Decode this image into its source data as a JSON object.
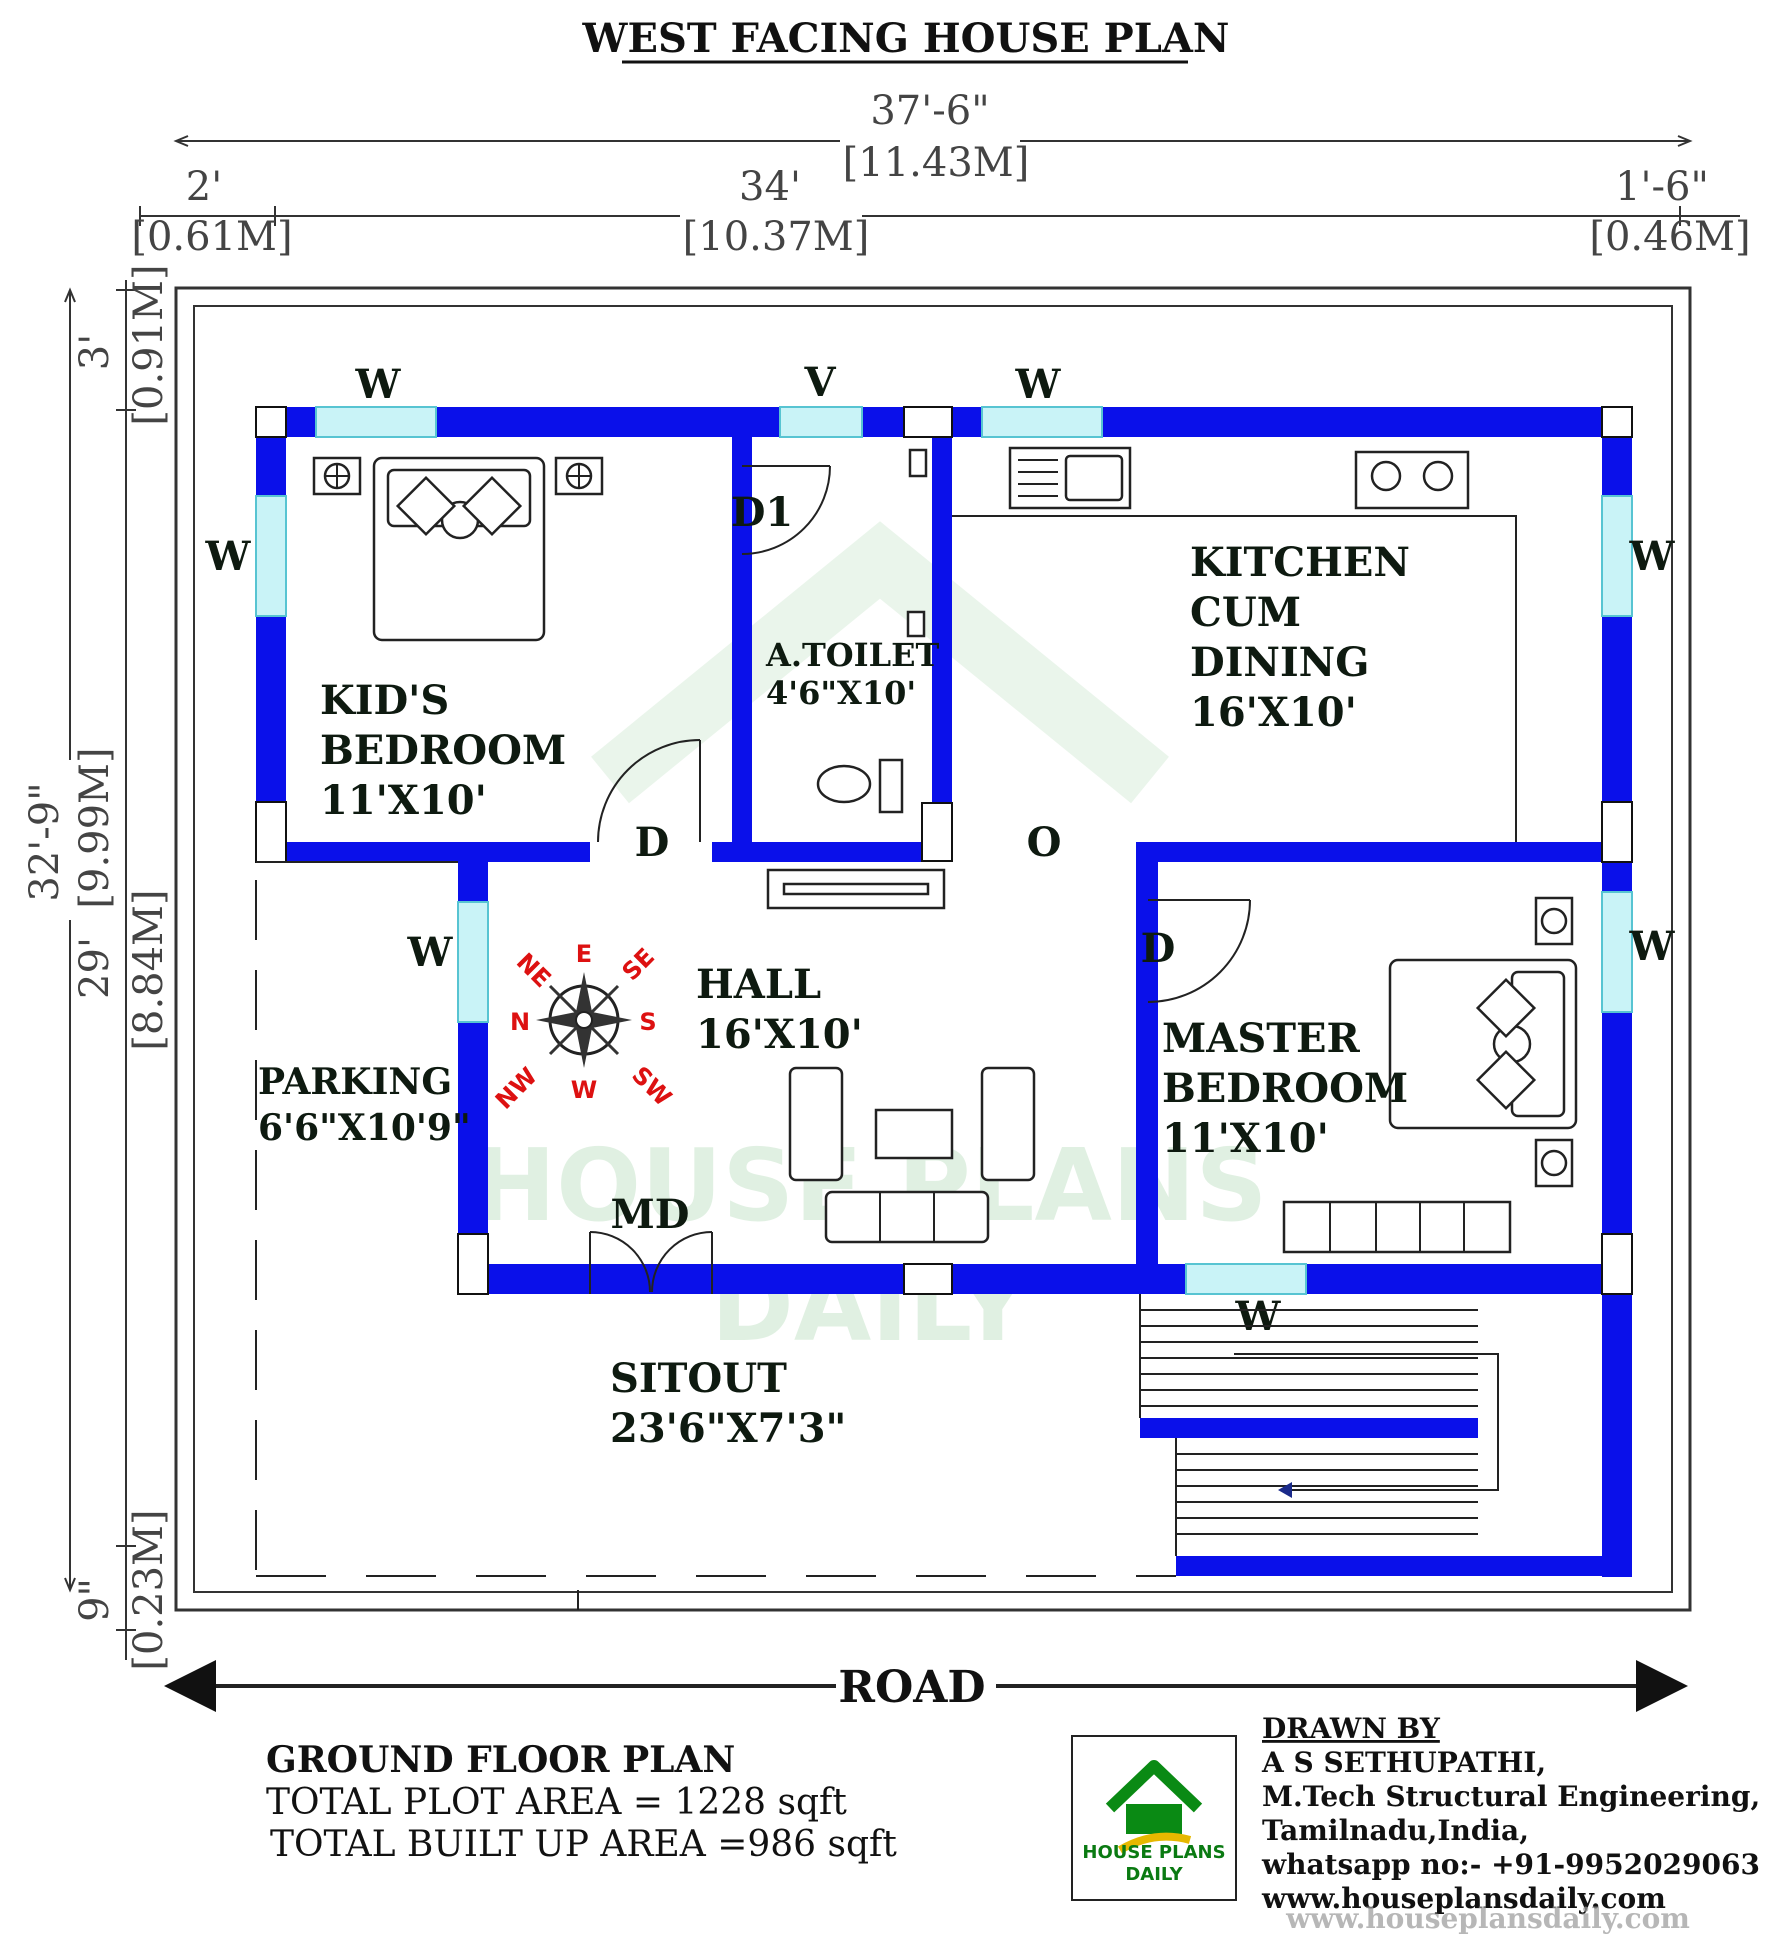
{
  "title": "WEST FACING HOUSE PLAN",
  "dimensions": {
    "overall_width_ft": "37'-6\"",
    "overall_width_m": "[11.43M]",
    "left_setback_ft": "2'",
    "left_setback_m": "[0.61M]",
    "house_width_ft": "34'",
    "house_width_m": "[10.37M]",
    "right_setback_ft": "1'-6\"",
    "right_setback_m": "[0.46M]",
    "overall_depth_ft": "32'-9\"",
    "overall_depth_m": "[9.99M]",
    "top_setback_ft": "3'",
    "top_setback_m": "[0.91M]",
    "house_depth_ft": "29'",
    "house_depth_m": "[8.84M]",
    "bottom_setback_ft": "9\"",
    "bottom_setback_m": "[0.23M]"
  },
  "rooms": {
    "kids_bedroom": {
      "line1": "KID'S",
      "line2": "BEDROOM",
      "size": "11'X10'"
    },
    "toilet": {
      "name": "A.TOILET",
      "size": "4'6\"X10'"
    },
    "kitchen": {
      "line1": "KITCHEN",
      "line2": "CUM",
      "line3": "DINING",
      "size": "16'X10'"
    },
    "hall": {
      "name": "HALL",
      "size": "16'X10'"
    },
    "parking": {
      "name": "PARKING",
      "size": "6'6\"X10'9\""
    },
    "master_bedroom": {
      "line1": "MASTER",
      "line2": "BEDROOM",
      "size": "11'X10'"
    },
    "sitout": {
      "name": "SITOUT",
      "size": "23'6\"X7'3\""
    }
  },
  "openings": {
    "window": "W",
    "ventilator": "V",
    "door": "D",
    "toilet_door": "D1",
    "opening": "O",
    "main_door": "MD"
  },
  "compass": {
    "n": "N",
    "e": "E",
    "s": "S",
    "w": "W",
    "ne": "NE",
    "se": "SE",
    "sw": "SW",
    "nw": "NW"
  },
  "road_label": "ROAD",
  "footer": {
    "heading": "GROUND FLOOR PLAN",
    "plot_area": "TOTAL PLOT AREA = 1228 sqft",
    "built_area": "TOTAL BUILT UP AREA =986 sqft"
  },
  "credits": {
    "heading": "DRAWN BY",
    "name": "A S SETHUPATHI,",
    "qualification": "M.Tech Structural Engineering,",
    "location": "Tamilnadu,India,",
    "whatsapp": "whatsapp no:- +91-9952029063",
    "website": "www.houseplansdaily.com"
  },
  "logo": {
    "line1": "HOUSE PLANS",
    "line2": "DAILY"
  },
  "watermark": {
    "line1": "HOUSE PLANS",
    "line2": "DAILY",
    "url": "www.houseplansdaily.com"
  },
  "colors": {
    "wall": "#0a10ea",
    "window": "#c9f3f7",
    "compass_text": "#dd1111",
    "logo_green": "#0a7a12"
  }
}
